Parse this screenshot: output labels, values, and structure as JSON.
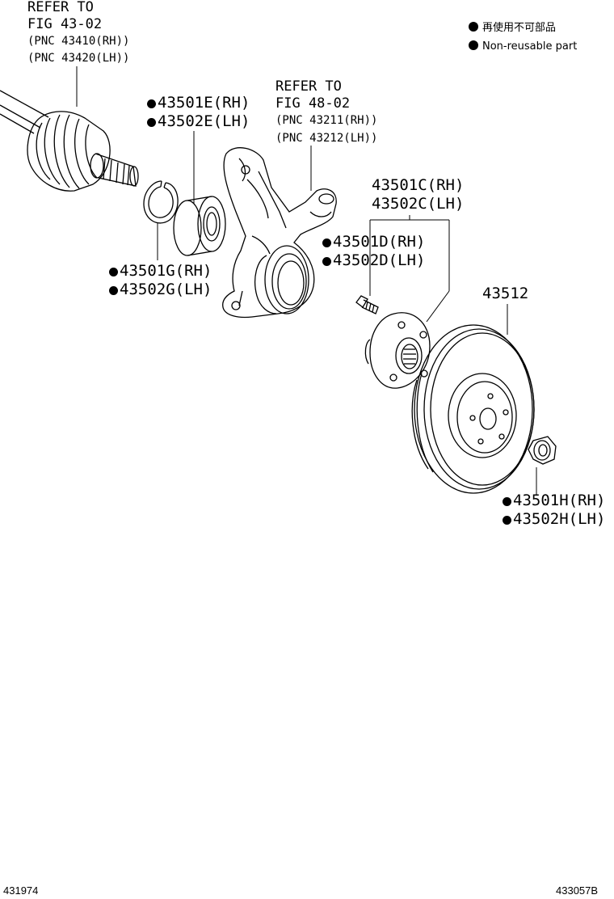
{
  "legend": {
    "items": [
      {
        "marker": "filled-circle",
        "text": "再使用不可部品"
      },
      {
        "marker": "filled-circle",
        "text": "Non-reusable part"
      }
    ]
  },
  "callouts": {
    "drive_shaft_ref": {
      "line1": "REFER TO",
      "line2": "FIG 43-02",
      "line3": "(PNC 43410(RH))",
      "line4": "(PNC 43420(LH))"
    },
    "knuckle_ref": {
      "line1": "REFER TO",
      "line2": "FIG 48-02",
      "line3": "(PNC 43211(RH))",
      "line4": "(PNC 43212(LH))"
    },
    "bearing": {
      "rh": "43501E(RH)",
      "lh": "43502E(LH)",
      "non_reusable": true
    },
    "snap_ring": {
      "rh": "43501G(RH)",
      "lh": "43502G(LH)",
      "non_reusable": true
    },
    "hub": {
      "rh": "43501C(RH)",
      "lh": "43502C(LH)",
      "non_reusable": false
    },
    "hub_bolt": {
      "rh": "43501D(RH)",
      "lh": "43502D(LH)",
      "non_reusable": true
    },
    "disc": {
      "part": "43512"
    },
    "hub_nut": {
      "rh": "43501H(RH)",
      "lh": "43502H(LH)",
      "non_reusable": true
    }
  },
  "footer": {
    "left_code": "431974",
    "right_code": "433057B"
  },
  "icons": {
    "non_reusable_marker": "filled-circle-icon"
  }
}
